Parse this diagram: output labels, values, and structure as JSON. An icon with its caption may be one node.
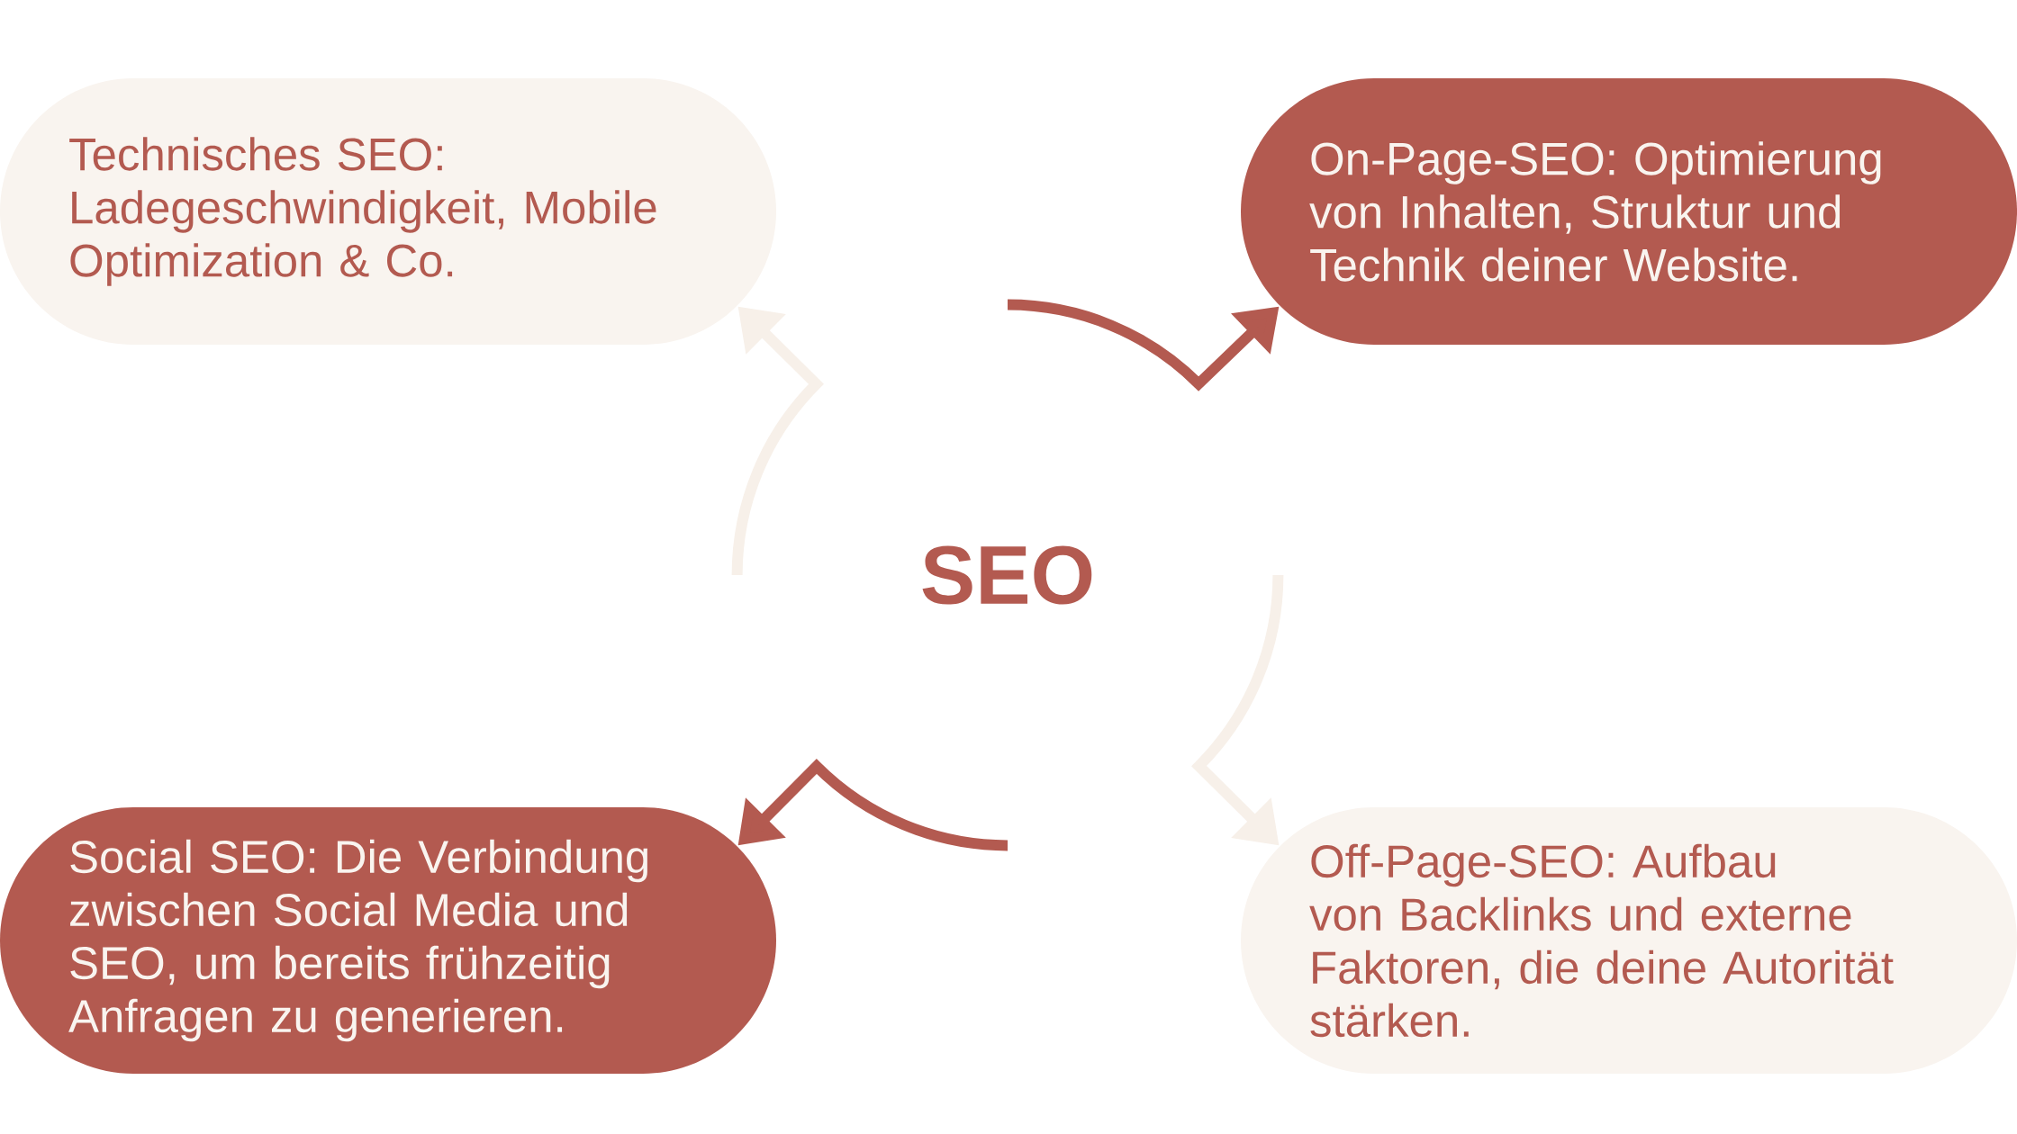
{
  "diagram": {
    "nodes": [
      {
        "text": [
          "Technisches SEO: Ladegeschwindigkeit, Mobile Optimization & Co."
        ]
      },
      {
        "text": [
          "On-Page-SEO: Optimierung von Inhalten, Struktur und Technik deiner Website."
        ]
      },
      {
        "text": [
          "SEO"
        ]
      },
      {
        "text": [
          "Social SEO: Die Verbindung zwischen Social Media und SEO, um bereits frühzeitig Anfragen zu generieren."
        ]
      },
      {
        "text": [
          "Off-Page-SEO: Aufbau von Backlinks und externe Faktoren, die deine Autorität stärken."
        ]
      }
    ],
    "edges": [
      {
        "from": null,
        "to": 1,
        "arrow": "to",
        "color": "#b35a50"
      },
      {
        "from": null,
        "to": 4,
        "arrow": "to",
        "color": "#f7f0e9"
      },
      {
        "from": null,
        "to": 3,
        "arrow": "to",
        "color": "#b35a50"
      },
      {
        "from": null,
        "to": 0,
        "arrow": "to",
        "color": "#f7f0e9"
      }
    ]
  }
}
